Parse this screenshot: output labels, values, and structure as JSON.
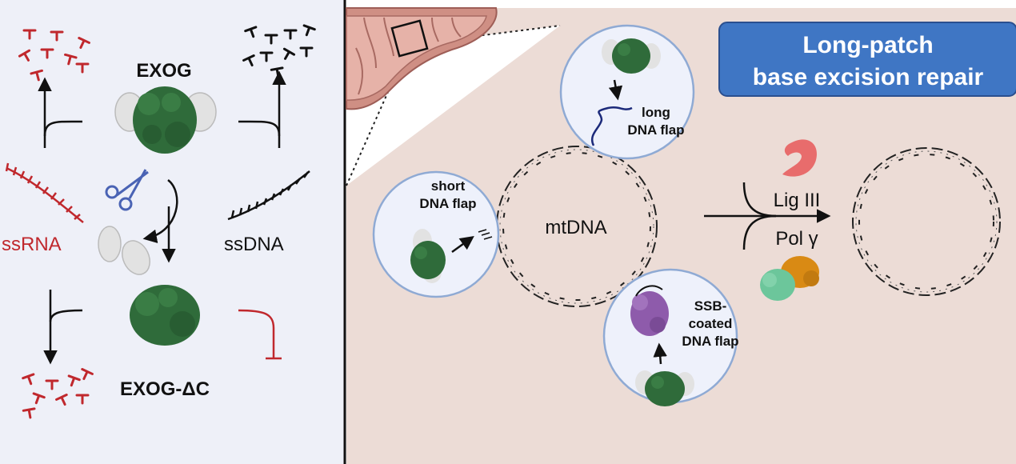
{
  "left_panel": {
    "title_top": "EXOG",
    "title_bottom": "EXOG-ΔC",
    "label_ssrna": "ssRNA",
    "label_ssdna": "ssDNA"
  },
  "right_panel": {
    "title_line1": "Long-patch",
    "title_line2": "base excision repair",
    "mtdna_label": "mtDNA",
    "short_flap_line1": "short",
    "short_flap_line2": "DNA flap",
    "long_flap_line1": "long",
    "long_flap_line2": "DNA flap",
    "ssb_line1": "SSB-",
    "ssb_line2": "coated",
    "ssb_line3": "DNA flap",
    "lig_label": "Lig III",
    "pol_label": "Pol γ"
  },
  "colors": {
    "left_bg": "#eef0f8",
    "right_bg": "#ecdcd6",
    "enzyme_green": "#2f6b3a",
    "domain_grey": "#e2e2e2",
    "rna_red": "#c0282d",
    "title_box": "#3f76c4",
    "bubble_fill": "#eef1fb",
    "bubble_stroke": "#8faad4",
    "lig_pink": "#e86c6c",
    "pol_orange": "#d98a14",
    "pol_mint": "#6cc69b",
    "ssb_purple": "#8e5bab",
    "scissors_blue": "#4a63b4"
  }
}
